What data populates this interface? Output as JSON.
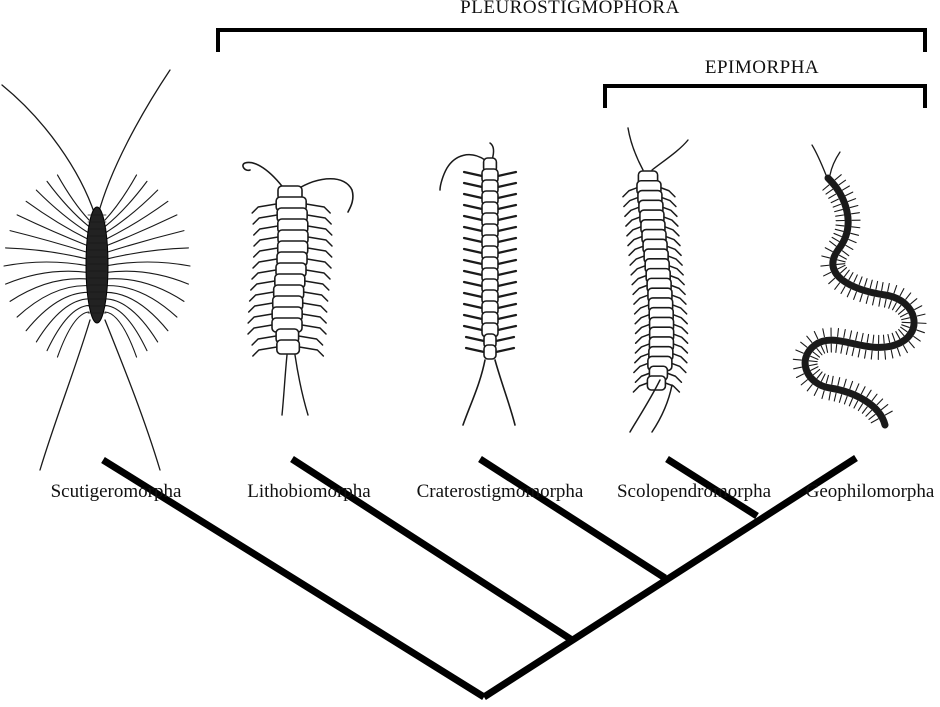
{
  "groups": {
    "pleurostigmophora": "PLEUROSTIGMOPHORA",
    "epimorpha": "EPIMORPHA"
  },
  "taxa": [
    {
      "id": "scutigeromorpha",
      "label": "Scutigeromorpha"
    },
    {
      "id": "lithobiomorpha",
      "label": "Lithobiomorpha"
    },
    {
      "id": "craterostigmomorpha",
      "label": "Craterostigmomorpha"
    },
    {
      "id": "scolopendromorpha",
      "label": "Scolopendromorpha"
    },
    {
      "id": "geophilomorpha",
      "label": "Geophilomorpha"
    }
  ],
  "icons": [
    "scutigera-centipede-icon",
    "lithobius-centipede-icon",
    "craterostigmus-centipede-icon",
    "scolopendra-centipede-icon",
    "geophilus-centipede-icon"
  ]
}
